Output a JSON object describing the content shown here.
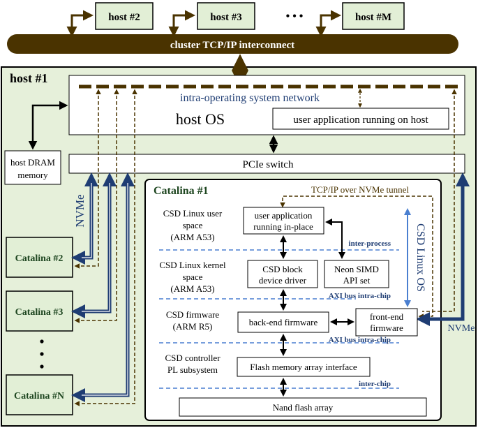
{
  "cluster": {
    "interconnect_label": "cluster TCP/IP interconnect",
    "remote_hosts": [
      "host #2",
      "host #3",
      "host #M"
    ],
    "ellipsis": "• • •"
  },
  "host": {
    "title": "host #1",
    "network_label": "intra-operating system network",
    "os_label": "host OS",
    "user_app_label": "user application running on host",
    "dram_label_line1": "host DRAM",
    "dram_label_line2": "memory",
    "pcie_label": "PCIe switch",
    "nvme_left_label": "NVMe",
    "nvme_right_label": "NVMe",
    "devices": [
      "Catalina #2",
      "Catalina #3",
      "Catalina #N"
    ],
    "device_ellipsis": "•\n•\n•"
  },
  "catalina": {
    "title": "Catalina #1",
    "tunnel_label": "TCP/IP over NVMe tunnel",
    "linux_os_label": "CSD Linux OS",
    "layers": [
      {
        "line1": "CSD Linux user",
        "line2": "space",
        "line3": "(ARM A53)"
      },
      {
        "line1": "CSD Linux kernel",
        "line2": "space",
        "line3": "(ARM A53)"
      },
      {
        "line1": "CSD firmware",
        "line2": "(ARM R5)",
        "line3": ""
      },
      {
        "line1": "CSD controller",
        "line2": "PL subsystem",
        "line3": ""
      }
    ],
    "blocks": {
      "user_app_line1": "user application",
      "user_app_line2": "running in-place",
      "block_driver_line1": "CSD block",
      "block_driver_line2": "device driver",
      "neon_line1": "Neon SIMD",
      "neon_line2": "API set",
      "backend": "back-end firmware",
      "frontend_line1": "front-end",
      "frontend_line2": "firmware",
      "flash_interface": "Flash memory array interface",
      "nand": "Nand flash array"
    },
    "boundaries": [
      "inter-process",
      "AXI bus intra-chip",
      "AXI bus intra-chip",
      "inter-chip"
    ]
  },
  "colors": {
    "brown": "#4a3300",
    "navy": "#1f3d73",
    "bg_green": "#e6f0da",
    "device_green": "#e2efd6",
    "link_blue": "#3a6fc7"
  }
}
